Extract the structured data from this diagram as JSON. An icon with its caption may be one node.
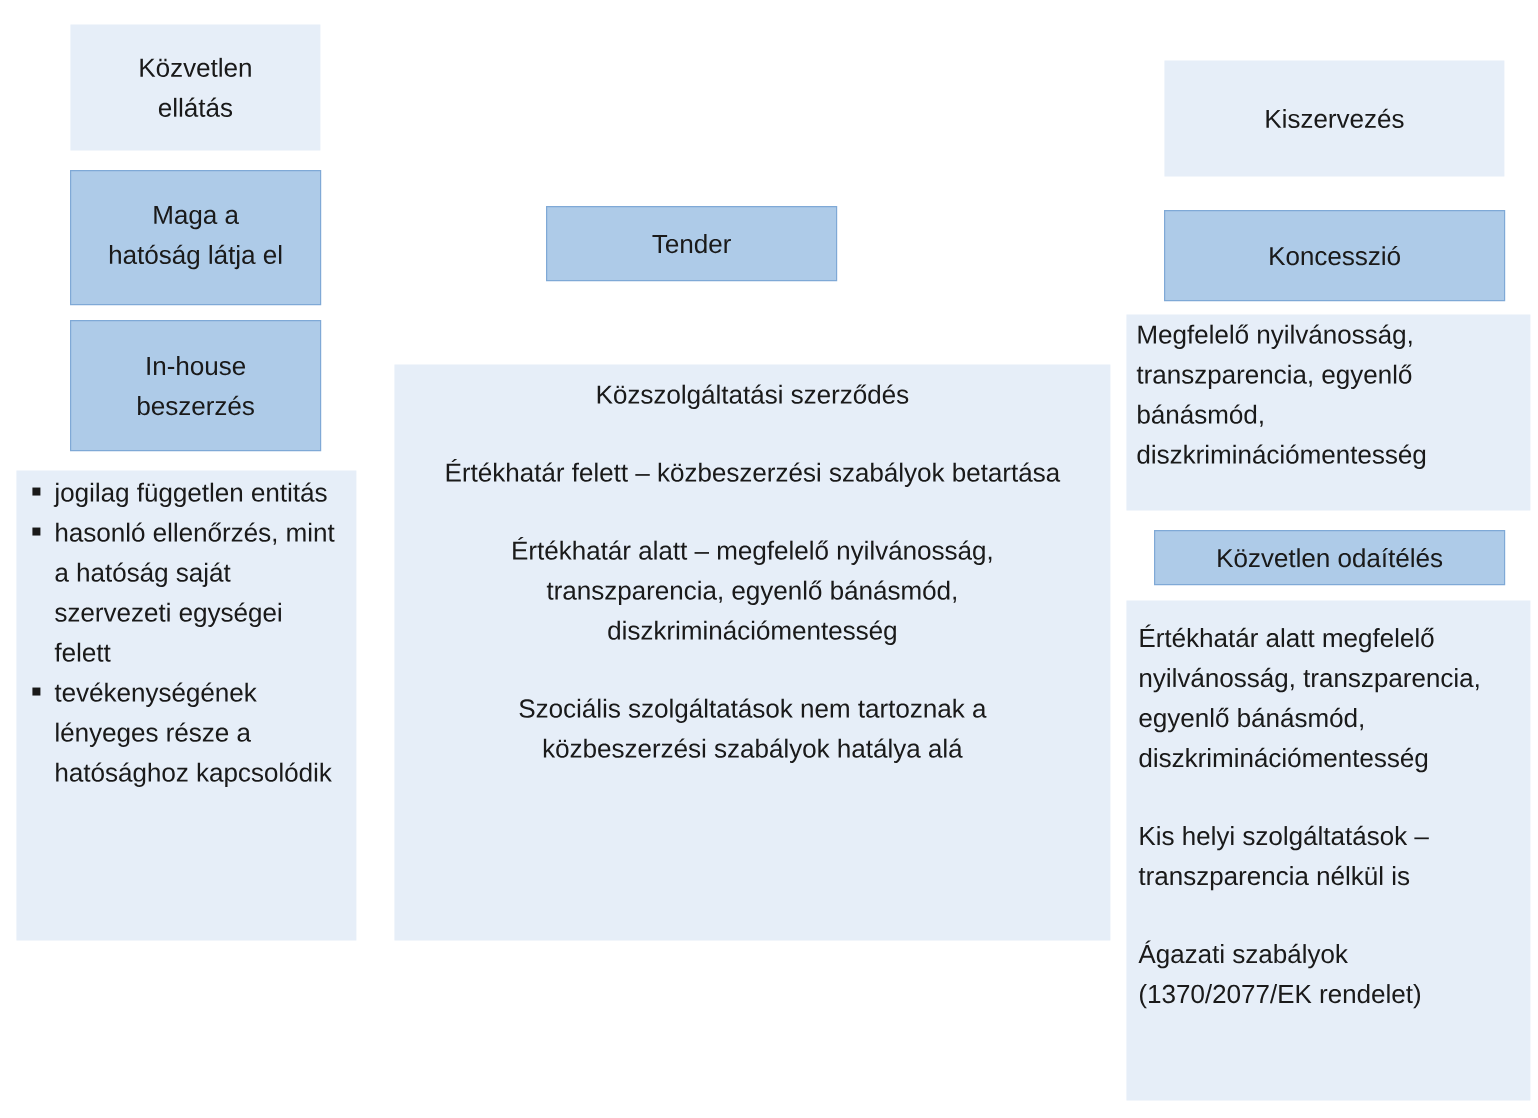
{
  "diagram": {
    "nodes": [
      {
        "text": [
          "Közvetlen ellátás"
        ]
      },
      {
        "text": [
          "Maga a hatóság látja el"
        ]
      },
      {
        "text": [
          "In-house beszerzés"
        ]
      },
      {
        "text": [
          "jogilag független entitás",
          "hasonló ellenőrzés, mint a hatóság saját szervezeti egységei felett",
          "tevékenységének lényeges része a hatósághoz kapcsolódik"
        ]
      },
      {
        "text": [
          "Tender"
        ]
      },
      {
        "text": [
          "Közszolgáltatási szerződés",
          "Értékhatár felett – közbeszerzési szabályok betartása",
          "Értékhatár alatt – megfelelő nyilvánosság, transzparencia, egyenlő bánásmód, diszkriminációmentesség",
          "Szociális szolgáltatások nem tartoznak a közbeszerzési szabályok hatálya alá"
        ]
      },
      {
        "text": [
          "Kiszervezés"
        ]
      },
      {
        "text": [
          "Koncesszió"
        ]
      },
      {
        "text": [
          "Megfelelő nyilvánosság, transzparencia, egyenlő bánásmód, diszkriminációmentesség"
        ]
      },
      {
        "text": [
          "Közvetlen odaítélés"
        ]
      },
      {
        "text": [
          "Értékhatár alatt megfelelő nyilvánosság, transzparencia, egyenlő bánásmód, diszkriminációmentesség",
          "Kis helyi szolgáltatások – transzparencia nélkül is",
          "Ágazati szabályok (1370/2077/EK rendelet)"
        ]
      }
    ]
  }
}
